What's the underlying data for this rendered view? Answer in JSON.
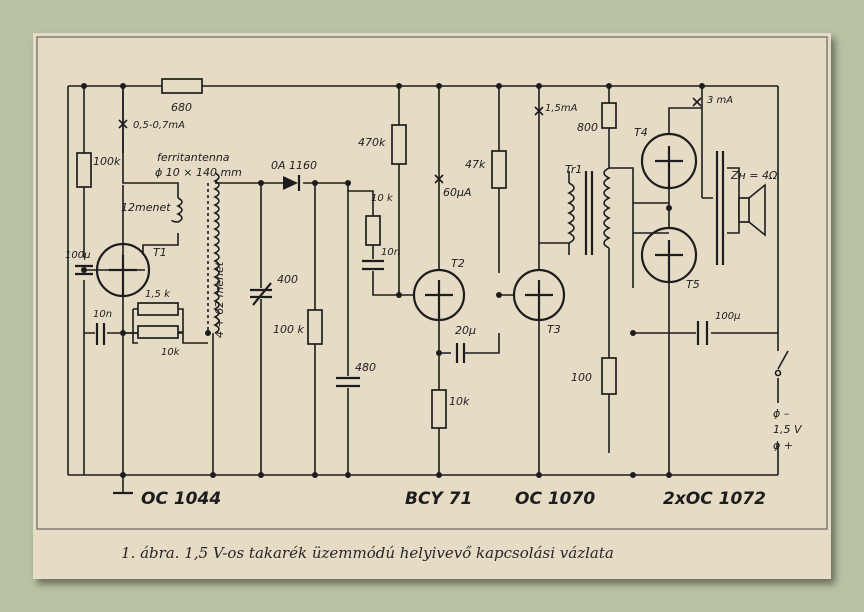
{
  "labels": {
    "r680": "680",
    "i1": "0,5-0,7mA",
    "r100k_a": "100k",
    "ferrit1": "ferritantenna",
    "ferrit2": "ϕ 10 × 140 mm",
    "menet12": "12menet",
    "t1": "T1",
    "c100u_a": "100µ",
    "c10n_a": "10n",
    "r15k": "1,5 k",
    "r10k_a": "10k",
    "menet62": "4 + 62 menet",
    "diode": "0A 1160",
    "c400": "400",
    "r100k_b": "100 k",
    "c480": "480",
    "r470k": "470k",
    "r10k_b": "10 k",
    "c10n_b": "10n",
    "t2": "T2",
    "i60": "60µA",
    "r47k": "47k",
    "c20u": "20µ",
    "r10k_c": "10k",
    "t3": "T3",
    "i15": "1,5mA",
    "r800": "800",
    "tr1": "Tr1",
    "t4": "T4",
    "i3": "3 mA",
    "spk": "Zн = 4Ω",
    "t5": "T5",
    "c100u_b": "100µ",
    "r100": "100",
    "batt_minus": "ϕ –",
    "batt_v": "1,5 V",
    "batt_plus": "ϕ +"
  },
  "parts": {
    "p1": "OC 1044",
    "p2": "BCY 71",
    "p3": "OC 1070",
    "p4": "2xOC 1072"
  },
  "caption": "1. ábra. 1,5 V-os takarék üzemmódú helyivevő kapcsolási vázlata"
}
